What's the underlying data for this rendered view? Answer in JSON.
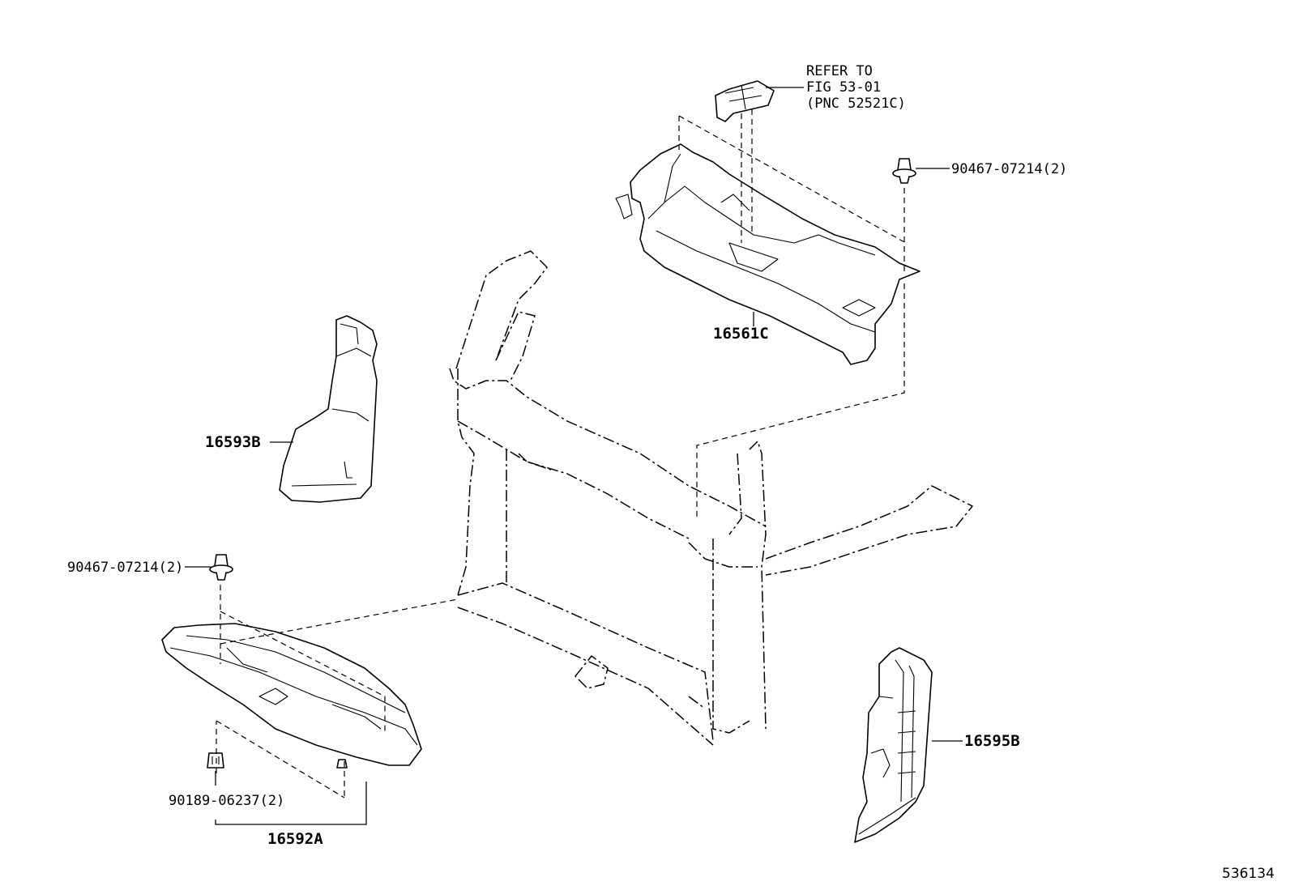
{
  "diagram": {
    "image_code": "536134",
    "labels": {
      "refer_line1": "REFER TO",
      "refer_line2": "FIG 53-01",
      "refer_line3": "(PNC 52521C)",
      "clip_top_right": "90467-07214(2)",
      "part_upper_guide": "16561C",
      "part_left_duct": "16593B",
      "clip_left": "90467-07214(2)",
      "clip_bottom": "90189-06237(2)",
      "part_lower_guide": "16592A",
      "part_right_duct": "16595B"
    }
  }
}
